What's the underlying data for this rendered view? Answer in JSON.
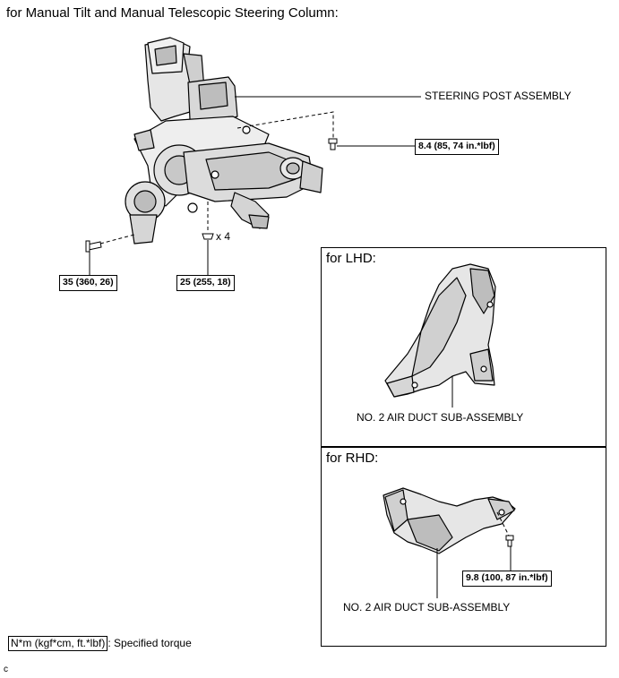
{
  "title": "for Manual Tilt and Manual Telescopic Steering Column:",
  "main_diagram": {
    "component_label": "STEERING POST ASSEMBLY",
    "torque_top_right": "8.4 (85, 74 in.*lbf)",
    "torque_left": "35 (360, 26)",
    "torque_center": "25 (255, 18)",
    "quantity": "x 4"
  },
  "lhd_panel": {
    "heading": "for LHD:",
    "component_label": "NO. 2 AIR DUCT SUB-ASSEMBLY"
  },
  "rhd_panel": {
    "heading": "for RHD:",
    "component_label": "NO. 2 AIR DUCT SUB-ASSEMBLY",
    "torque": "9.8 (100, 87 in.*lbf)"
  },
  "legend": {
    "unit_box": "N*m (kgf*cm, ft.*lbf)",
    "description": ": Specified torque"
  },
  "corner_code": "c",
  "colors": {
    "line": "#000000",
    "background": "#ffffff",
    "part_fill": "#e6e6e6",
    "part_shade": "#bdbdbd"
  }
}
